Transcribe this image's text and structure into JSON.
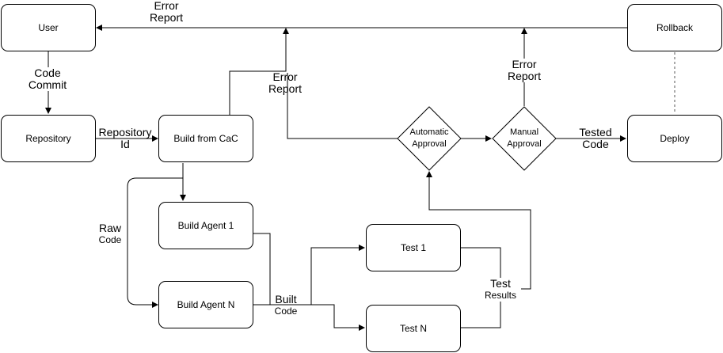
{
  "nodes": {
    "user": "User",
    "rollback": "Rollback",
    "repository": "Repository",
    "build_cac": "Build from CaC",
    "deploy": "Deploy",
    "agent1": "Build Agent 1",
    "agentN": "Build Agent N",
    "test1": "Test 1",
    "testN": "Test N"
  },
  "decisions": {
    "automatic": "Automatic Approval",
    "manual": "Manual Approval"
  },
  "edge_labels": {
    "error_report_top": [
      "Error",
      "Report"
    ],
    "code_commit": [
      "Code",
      "Commit"
    ],
    "error_report_mid": [
      "Error",
      "Report"
    ],
    "error_report_right": [
      "Error",
      "Report"
    ],
    "repository_id": [
      "Repository",
      "Id"
    ],
    "tested_code": [
      "Tested",
      "Code"
    ],
    "raw_code": [
      "Raw",
      "Code"
    ],
    "built_code": [
      "Built",
      "Code"
    ],
    "test_results": [
      "Test",
      "Results"
    ]
  }
}
